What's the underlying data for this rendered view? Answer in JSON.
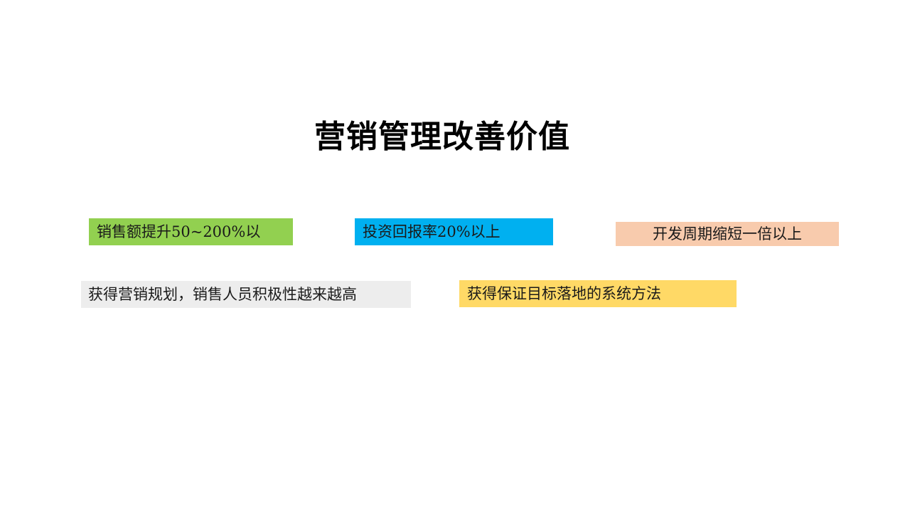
{
  "slide": {
    "title": "营销管理改善价值",
    "tags": {
      "sales": {
        "text": "销售额提升50~200%以",
        "color": "#92d050"
      },
      "roi": {
        "text": "投资回报率20%以上",
        "color": "#00b0f0"
      },
      "cycle": {
        "text": "开发周期缩短一倍以上",
        "color": "#f8cbad"
      },
      "planning": {
        "text": "获得营销规划，销售人员积极性越来越高",
        "color": "#ededed"
      },
      "method": {
        "text": "获得保证目标落地的系统方法",
        "color": "#ffd966"
      }
    }
  }
}
